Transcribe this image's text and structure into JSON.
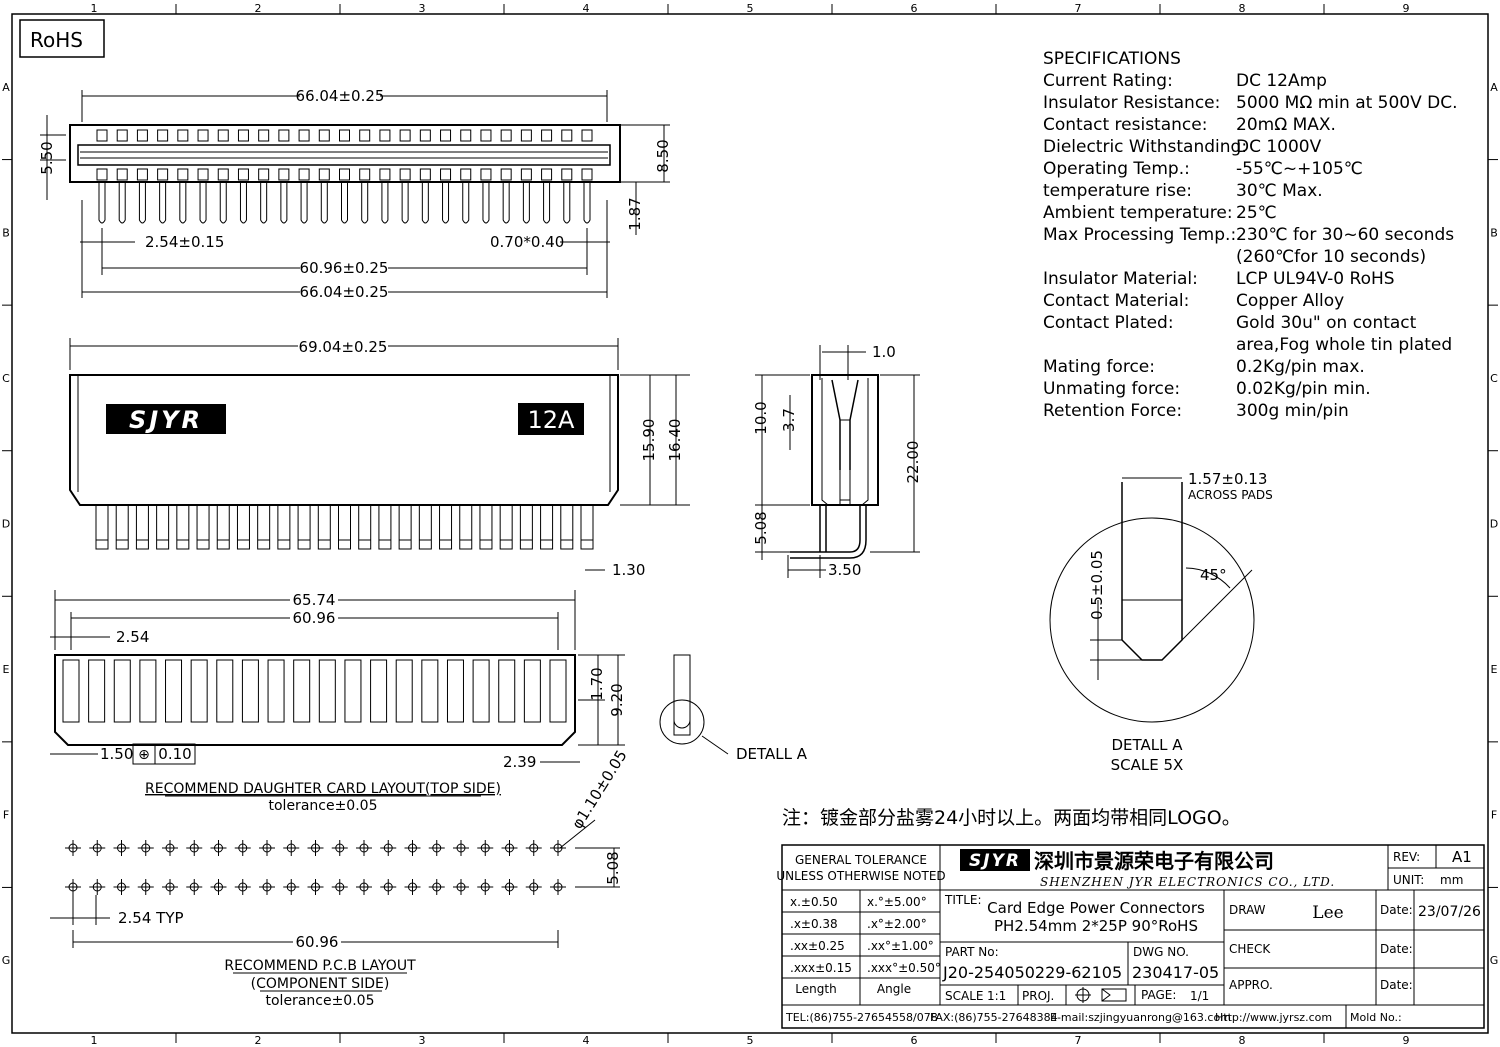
{
  "border": {
    "columns": [
      "1",
      "2",
      "3",
      "4",
      "5",
      "6",
      "7",
      "8",
      "9"
    ],
    "rows": [
      "A",
      "B",
      "C",
      "D",
      "E",
      "F",
      "G"
    ]
  },
  "rohs_label": "RoHS",
  "top_view": {
    "overall_width": "66.04±0.25",
    "slot_height": "5.50",
    "body_height": "8.50",
    "pin_length": "1.87",
    "pitch": "2.54±0.15",
    "pin_size": "0.70*0.40",
    "pin_span": "60.96±0.25",
    "pin_span_total": "66.04±0.25",
    "pin_count": 25
  },
  "front_view": {
    "overall_width": "69.04±0.25",
    "logo": "SJYR",
    "rating_badge": "12A",
    "height_body": "15.90",
    "height_total": "16.40",
    "tail_offset": "1.30"
  },
  "side_view": {
    "contact_width": "1.0",
    "depth": "10.0",
    "contact_depth": "3.7",
    "total_height": "22.00",
    "tail_length": "5.08",
    "tail_offset": "3.50"
  },
  "daughter_card": {
    "width_total": "65.74",
    "pad_span": "60.96",
    "pitch": "2.54",
    "pad_width": "1.50",
    "tolerance_frame": "0.10",
    "chamfer": "2.39",
    "pad_length": "1.70",
    "card_height": "9.20",
    "title": "RECOMMEND DAUGHTER CARD LAYOUT(TOP SIDE)",
    "tolerance": "tolerance±0.05",
    "pad_count": 20
  },
  "pcb_layout": {
    "hole_dia": "φ1.10±0.05",
    "row_pitch": "5.08",
    "pitch": "2.54 TYP",
    "span": "60.96",
    "title_1": "RECOMMEND P.C.B LAYOUT",
    "title_2": "(COMPONENT SIDE)",
    "tolerance": "tolerance±0.05",
    "holes_per_row": 21
  },
  "detail_callout": "DETALL A",
  "detail_a": {
    "pad_width": "1.57±0.13",
    "across_pads": "ACROSS PADS",
    "angle": "45°",
    "chamfer": "0.5±0.05",
    "label_1": "DETALL A",
    "label_2": "SCALE 5X"
  },
  "specifications": {
    "heading": "SPECIFICATIONS",
    "rows": [
      {
        "label": "Current Rating:",
        "value": "DC 12Amp"
      },
      {
        "label": "Insulator Resistance:",
        "value": "5000 MΩ min at 500V DC."
      },
      {
        "label": "Contact resistance:",
        "value": "20mΩ MAX."
      },
      {
        "label": "Dielectric Withstanding:",
        "value": "DC 1000V"
      },
      {
        "label": "Operating Temp.:",
        "value": "-55℃~+105℃"
      },
      {
        "label": "temperature rise:",
        "value": "30℃ Max."
      },
      {
        "label": "Ambient temperature:",
        "value": "25℃"
      },
      {
        "label": "Max Processing Temp.:",
        "value": "230℃ for 30~60 seconds"
      },
      {
        "label": "",
        "value": "(260℃for 10 seconds)"
      },
      {
        "label": "Insulator Material:",
        "value": "LCP UL94V-0 RoHS"
      },
      {
        "label": "Contact Material:",
        "value": "Copper Alloy"
      },
      {
        "label": "Contact Plated:",
        "value": "Gold 30u\" on contact"
      },
      {
        "label": "",
        "value": "area,Fog whole tin plated"
      },
      {
        "label": "Mating force:",
        "value": "0.2Kg/pin max."
      },
      {
        "label": "Unmating force:",
        "value": "0.02Kg/pin min."
      },
      {
        "label": "Retention Force:",
        "value": "300g min/pin"
      }
    ]
  },
  "note": "注：镀金部分盐雾24小时以上。两面均带相同LOGO。",
  "title_block": {
    "general_tolerance": "GENERAL TOLERANCE",
    "unless_noted": "UNLESS OTHERWISE NOTED",
    "tolerances": [
      {
        "linear": "x.±0.50",
        "angular": "x.°±5.00°"
      },
      {
        "linear": ".x±0.38",
        "angular": ".x°±2.00°"
      },
      {
        "linear": ".xx±0.25",
        "angular": ".xx°±1.00°"
      },
      {
        "linear": ".xxx±0.15",
        "angular": ".xxx°±0.50°"
      }
    ],
    "length_label": "Length",
    "angle_label": "Angle",
    "company_cn": "深圳市景源荣电子有限公司",
    "company_en": "SHENZHEN JYR ELECTRONICS CO., LTD.",
    "rev_label": "REV:",
    "rev": "A1",
    "unit_label": "UNIT:",
    "unit": "mm",
    "title_label": "TITLE:",
    "title_1": "Card Edge Power Connectors",
    "title_2": "PH2.54mm 2*25P 90°RoHS",
    "part_no_label": "PART No:",
    "part_no": "J20-254050229-62105",
    "dwg_no_label": "DWG NO.",
    "dwg_no": "230417-05",
    "scale_label": "SCALE",
    "scale": "1:1",
    "proj_label": "PROJ.",
    "page_label": "PAGE:",
    "page": "1/1",
    "draw_label": "DRAW",
    "draw": "Lee",
    "check_label": "CHECK",
    "appro_label": "APPRO.",
    "date_label": "Date:",
    "date": "23/07/26",
    "tel": "TEL:(86)755-27654558/078",
    "fax": "FAX:(86)755-27648384",
    "email": "E-mail:szjingyuanrong@163.com",
    "http": "Http://www.jyrsz.com",
    "mold_label": "Mold No.:"
  }
}
